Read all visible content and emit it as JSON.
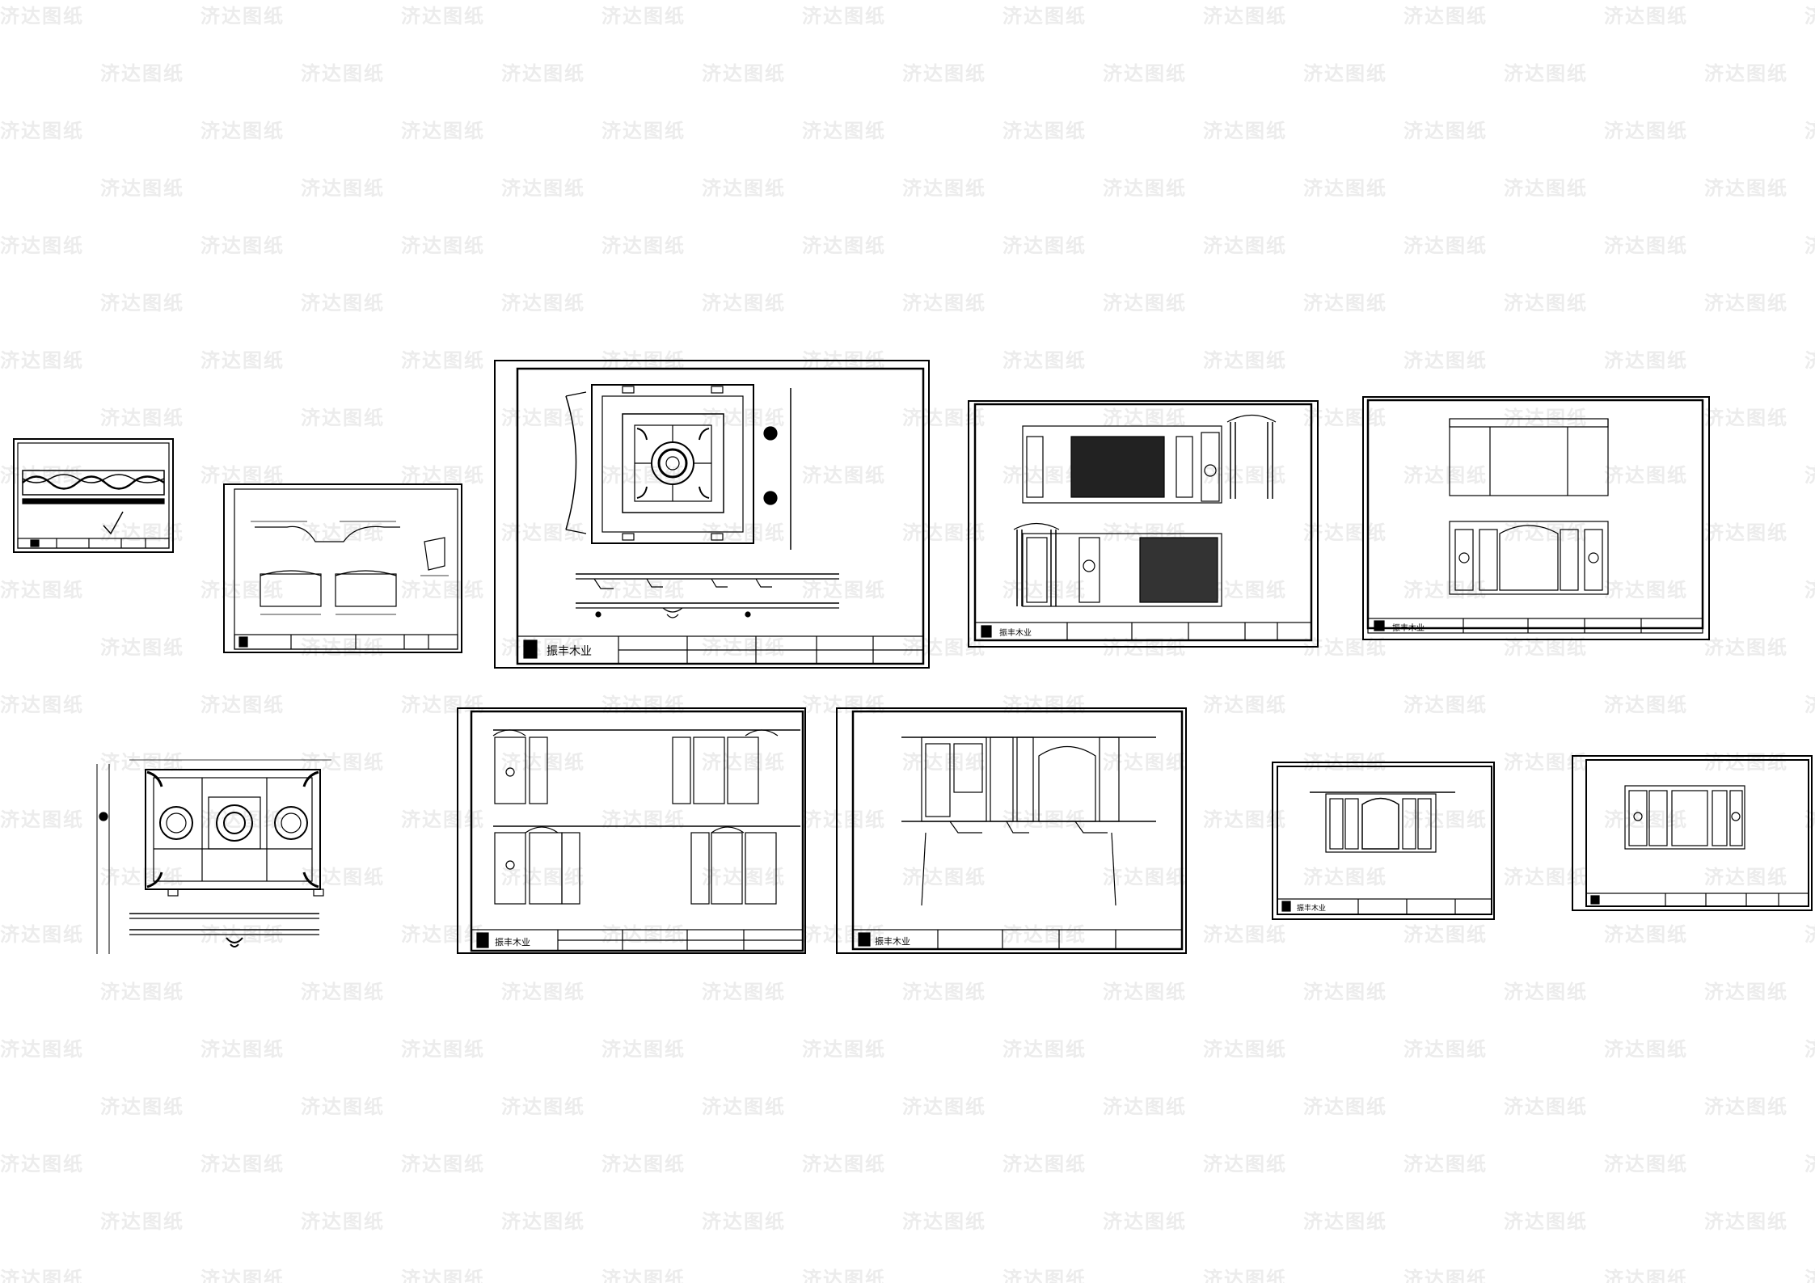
{
  "watermark": {
    "text": "济达图纸",
    "color": "#c8c8c8"
  },
  "sheets": [
    {
      "id": "sheet-1",
      "kind": "carved-panel"
    },
    {
      "id": "sheet-2",
      "kind": "arched-cabinet"
    },
    {
      "id": "sheet-3",
      "kind": "ceiling-plan",
      "company_name": "振丰木业"
    },
    {
      "id": "sheet-4",
      "kind": "elevation-columns",
      "company_name": "振丰木业"
    },
    {
      "id": "sheet-5",
      "kind": "elevation-cabinet",
      "company_name": "振丰木业"
    },
    {
      "id": "sheet-6",
      "kind": "ceiling-three-medallions"
    },
    {
      "id": "sheet-7",
      "kind": "elevation-two-bays",
      "company_name": "振丰木业"
    },
    {
      "id": "sheet-8",
      "kind": "elevation-wardrobe",
      "company_name": "振丰木业"
    },
    {
      "id": "sheet-9",
      "kind": "small-elevation",
      "company_name": "振丰木业"
    },
    {
      "id": "sheet-10",
      "kind": "small-elevation-2"
    }
  ],
  "colors": {
    "line": "#000000",
    "background": "#ffffff"
  }
}
